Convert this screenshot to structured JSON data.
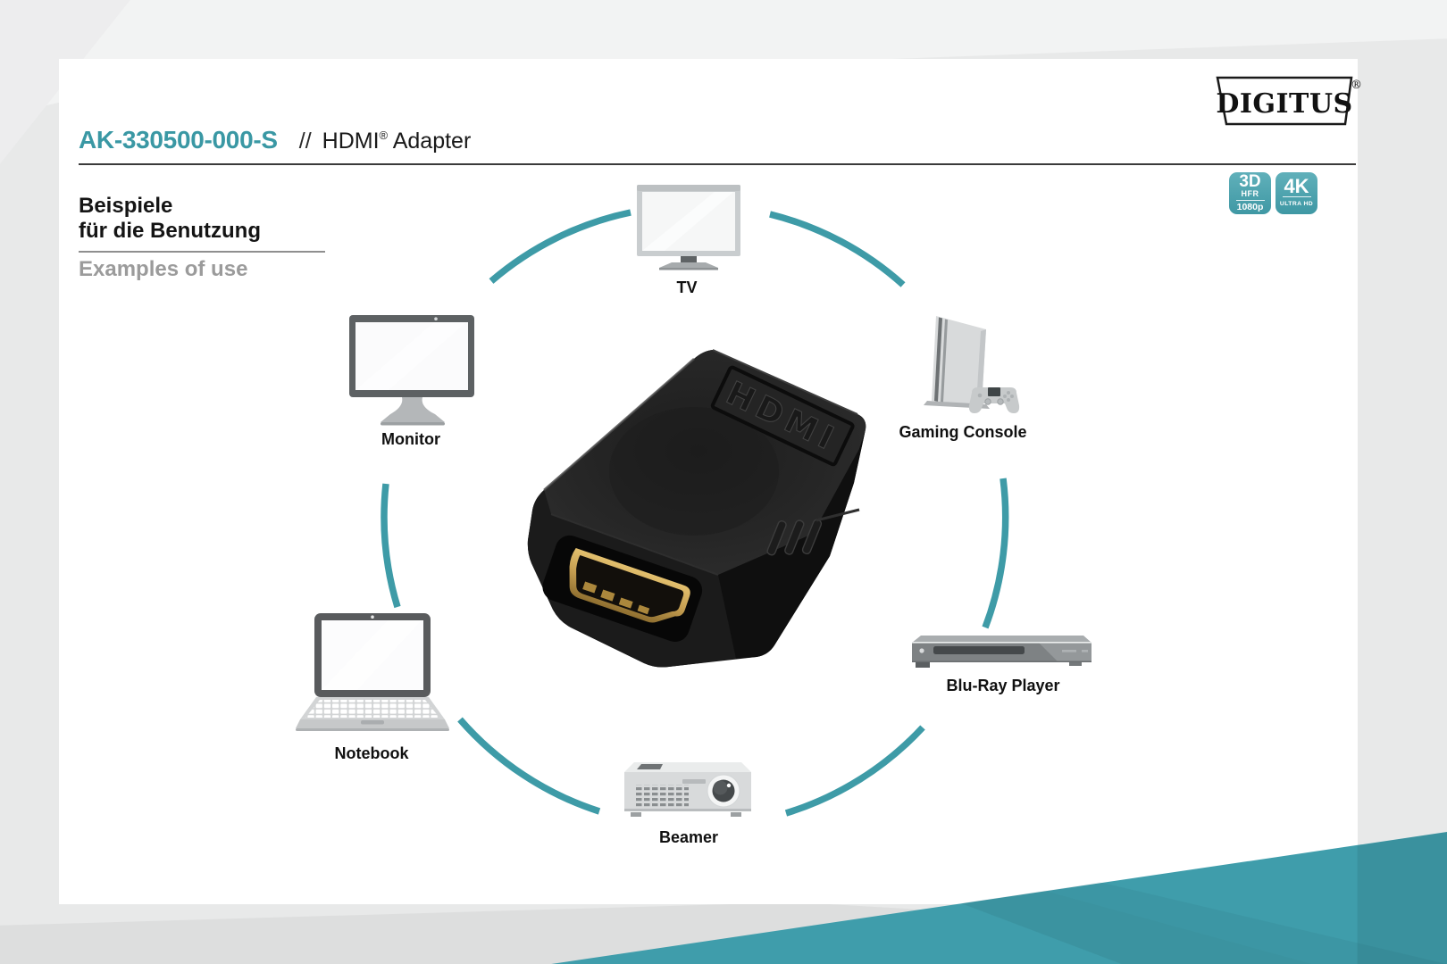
{
  "page": {
    "bg": "#E8E9E9",
    "card_bg": "#FFFFFF"
  },
  "brand": {
    "name": "DIGITUS",
    "registered_mark": "®"
  },
  "header": {
    "product_code": "AK-330500-000-S",
    "separator": "//",
    "product_name": "HDMI",
    "registered_mark": "®",
    "product_type": "Adapter"
  },
  "section": {
    "heading_de": [
      "Beispiele",
      "für die Benutzung"
    ],
    "heading_en": "Examples of use"
  },
  "feature_badges": [
    {
      "id": "3d-hfr-1080p",
      "top": "3D",
      "middle": "HFR",
      "bottom": "1080p"
    },
    {
      "id": "4k-ultra-hd",
      "top": "4K",
      "bottom": "ULTRA HD"
    }
  ],
  "diagram": {
    "center_product": {
      "embossed_text": "HDMI"
    },
    "devices": [
      {
        "id": "tv",
        "label": "TV"
      },
      {
        "id": "monitor",
        "label": "Monitor"
      },
      {
        "id": "gaming-console",
        "label": "Gaming Console"
      },
      {
        "id": "notebook",
        "label": "Notebook"
      },
      {
        "id": "blu-ray-player",
        "label": "Blu-Ray Player"
      },
      {
        "id": "beamer",
        "label": "Beamer"
      }
    ]
  },
  "colors": {
    "accent_teal": "#3A98A4",
    "arc_teal": "#3E9BA7",
    "badge_teal": "#4AA2AC",
    "band_teal": "#3F9DAB",
    "heading_gray": "#9B9B9B",
    "rule_dark": "#3A3A3A"
  }
}
